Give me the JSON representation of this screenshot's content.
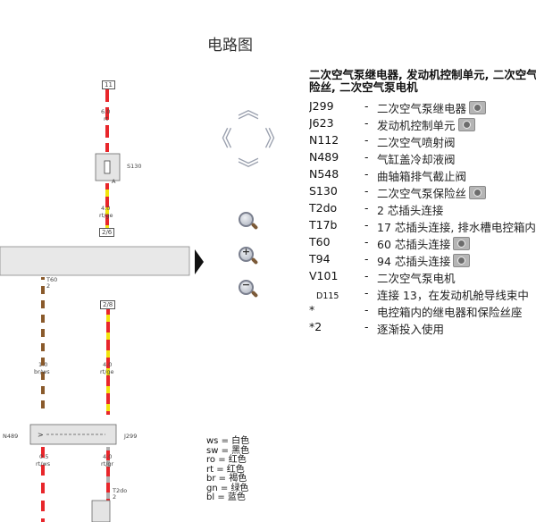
{
  "page": {
    "title": "电路图",
    "heading": "二次空气泵继电器, 发动机控制单元, 二次空气泵保险丝, 二次空气泵电机",
    "heading_line1": "二次空气泵继电器, 发动机控制单元, 二次空气泵保",
    "heading_line2": "险丝, 二次空气泵电机"
  },
  "legend": [
    {
      "code": "J299",
      "desc": "二次空气泵继电器",
      "camera": true
    },
    {
      "code": "J623",
      "desc": "发动机控制单元",
      "camera": true
    },
    {
      "code": "N112",
      "desc": "二次空气喷射阀",
      "camera": false
    },
    {
      "code": "N489",
      "desc": "气缸盖冷却液阀",
      "camera": false
    },
    {
      "code": "N548",
      "desc": "曲轴箱排气截止阀",
      "camera": false
    },
    {
      "code": "S130",
      "desc": "二次空气泵保险丝",
      "camera": true
    },
    {
      "code": "T2do",
      "desc": "2 芯插头连接",
      "camera": false
    },
    {
      "code": "T17b",
      "desc": "17 芯插头连接, 排水槽电控箱内",
      "camera": false
    },
    {
      "code": "T60",
      "desc": "60 芯插头连接",
      "camera": true
    },
    {
      "code": "T94",
      "desc": "94 芯插头连接",
      "camera": true
    },
    {
      "code": "V101",
      "desc": "二次空气泵电机",
      "camera": false
    },
    {
      "code": "D115",
      "desc": "连接 13，在发动机舱导线束中",
      "camera": false
    },
    {
      "code": "*",
      "desc": "电控箱内的继电器和保险丝座",
      "camera": false
    },
    {
      "code": "*2",
      "desc": "逐渐投入使用",
      "camera": false
    }
  ],
  "colors": [
    {
      "code": "ws",
      "name": "白色"
    },
    {
      "code": "sw",
      "name": "黑色"
    },
    {
      "code": "ro",
      "name": "红色"
    },
    {
      "code": "rt",
      "name": "红色"
    },
    {
      "code": "br",
      "name": "褐色"
    },
    {
      "code": "gn",
      "name": "绿色"
    },
    {
      "code": "bl",
      "name": "蓝色"
    }
  ],
  "diagram": {
    "wire_rt_size": "6.0",
    "wire_rt_color": "rt",
    "fuse_label": "S130",
    "fuse_pin_a": "A",
    "wire_rtge_size": "4.0",
    "wire_rtge_color": "rt/ge",
    "box_top": "11",
    "box_t17b": "2/6",
    "box_t60": "T60",
    "t60_pin": "2",
    "box_right": "2/8",
    "wire_brws_size": "1.0",
    "wire_brws_color": "br/ws",
    "wire_rtge2_size": "4.0",
    "wire_rtge2_color": "rt/ge",
    "relay_left": "N489",
    "relay_right": "J299",
    "wire_rtws_size": "0.5",
    "wire_rtws_color": "rt/ws",
    "wire_rtgr_size": "4.0",
    "wire_rtgr_color": "rt/gr",
    "t2do_label": "T2do",
    "t2do_pin": "2"
  },
  "palette": {
    "red": "#e8262b",
    "yellow": "#f2e40e",
    "white": "#ffffff",
    "brown": "#8a5a2b",
    "grey_bar": "#e8e8e8"
  }
}
